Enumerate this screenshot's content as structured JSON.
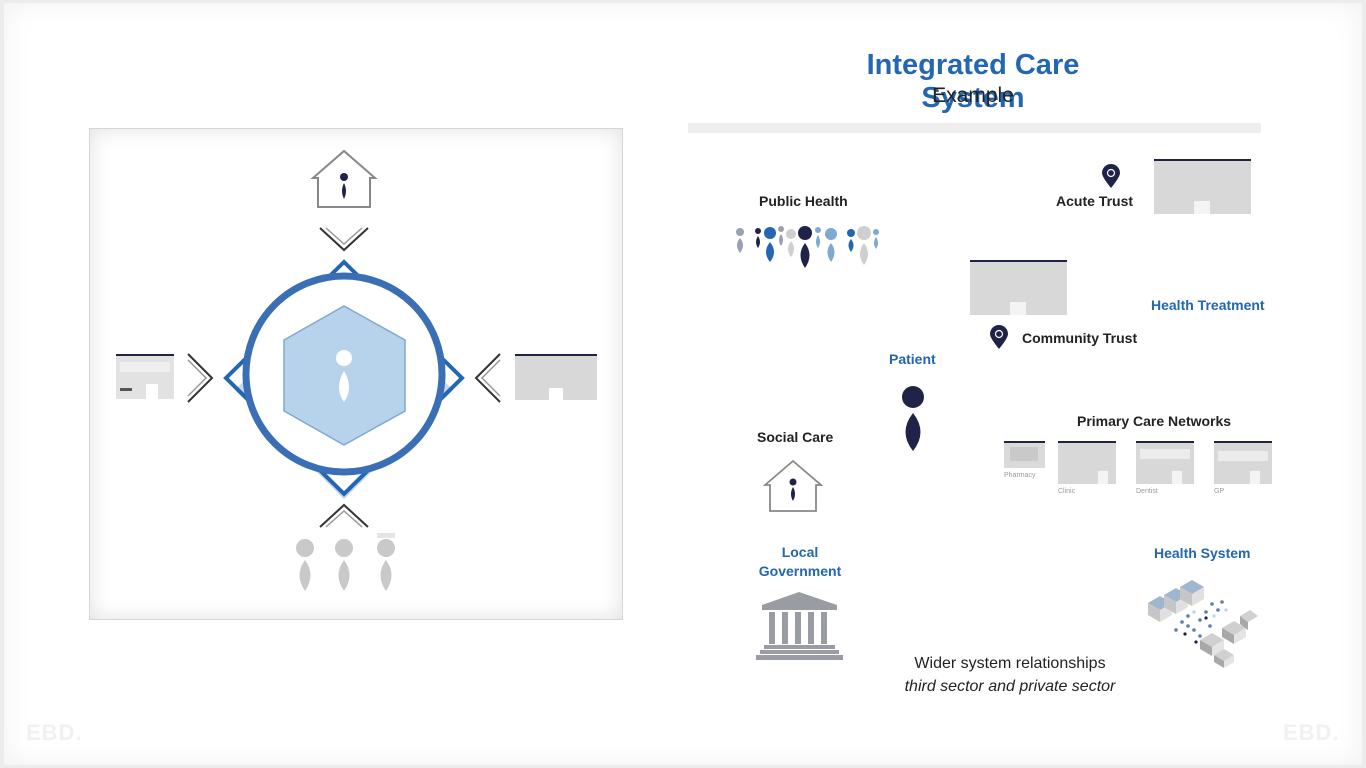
{
  "header": {
    "title": "Integrated Care System",
    "subtitle": "Example"
  },
  "labels": {
    "public_health": "Public Health",
    "acute_trust": "Acute Trust",
    "health_treatment": "Health Treatment",
    "community_trust": "Community Trust",
    "patient": "Patient",
    "primary_care_networks": "Primary Care Networks",
    "social_care": "Social Care",
    "local_government_line1": "Local",
    "local_government_line2": "Government",
    "health_system": "Health System"
  },
  "primary_care": {
    "pharmacy": "Pharmacy",
    "clinic": "Clinic",
    "dentist": "Dentist",
    "gp": "GP"
  },
  "footer": {
    "wider_line1": "Wider system relationships",
    "wider_line2": "third sector and private sector",
    "logo": "EBD."
  },
  "colors": {
    "brand_blue": "#2366b1",
    "navy": "#1f2347",
    "light_blue": "#b7d3ec",
    "grey": "#c8c8c8"
  }
}
